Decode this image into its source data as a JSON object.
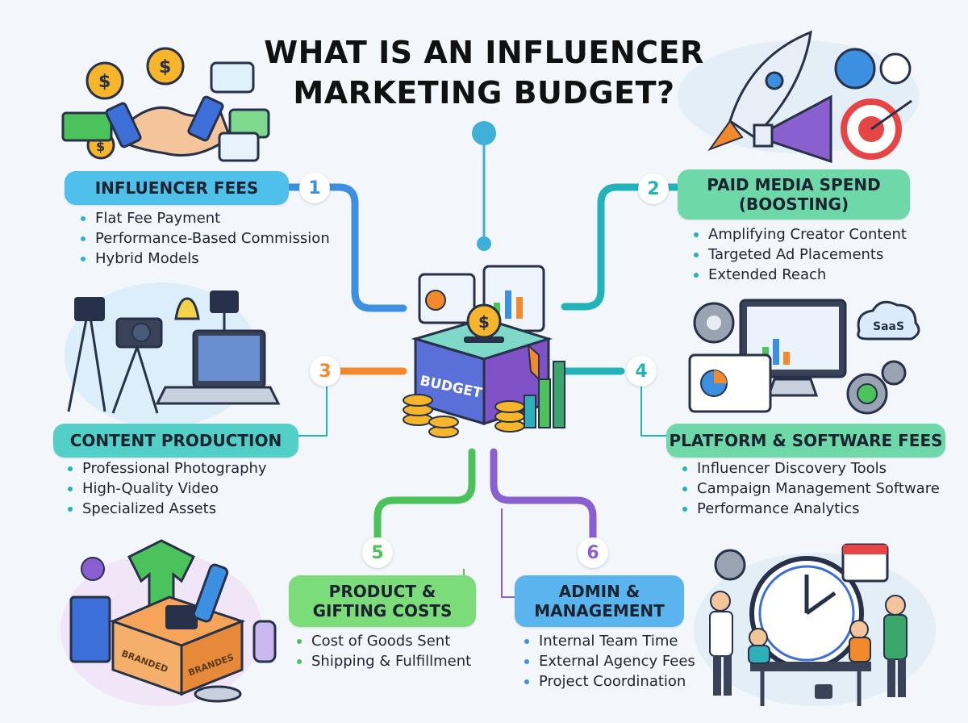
{
  "title": {
    "line1": "WHAT IS AN INFLUENCER",
    "line2": "MARKETING BUDGET?"
  },
  "center": {
    "box_label": "BUDGET",
    "coin_symbol": "$"
  },
  "colors": {
    "blue": "#3d8fe0",
    "teal": "#22b3b8",
    "orange": "#f28a2c",
    "lightblue": "#46b7e6",
    "green": "#4cc25a",
    "purple": "#8a5fd0"
  },
  "sections": [
    {
      "number": "1",
      "title": [
        "INFLUENCER FEES"
      ],
      "items": [
        "Flat Fee Payment",
        "Performance-Based Commission",
        "Hybrid Models"
      ],
      "icon": "handshake-money-icon"
    },
    {
      "number": "2",
      "title": [
        "PAID MEDIA SPEND",
        "(BOOSTING)"
      ],
      "items": [
        "Amplifying Creator Content",
        "Targeted Ad Placements",
        "Extended Reach"
      ],
      "icon": "rocket-megaphone-icon"
    },
    {
      "number": "3",
      "title": [
        "CONTENT PRODUCTION"
      ],
      "items": [
        "Professional Photography",
        "High-Quality Video",
        "Specialized Assets"
      ],
      "icon": "camera-studio-icon"
    },
    {
      "number": "4",
      "title": [
        "PLATFORM & SOFTWARE FEES"
      ],
      "items": [
        "Influencer Discovery Tools",
        "Campaign Management Software",
        "Performance Analytics"
      ],
      "icon": "dashboard-saas-icon",
      "cloud_label": "SaaS"
    },
    {
      "number": "5",
      "title": [
        "PRODUCT &",
        "GIFTING COSTS"
      ],
      "items": [
        "Cost of Goods Sent",
        "Shipping & Fulfillment"
      ],
      "icon": "gift-box-icon",
      "box_labels": [
        "BRANDED",
        "BRANDES"
      ]
    },
    {
      "number": "6",
      "title": [
        "ADMIN &",
        "MANAGEMENT"
      ],
      "items": [
        "Internal Team Time",
        "External Agency Fees",
        "Project Coordination"
      ],
      "icon": "team-clock-icon"
    }
  ]
}
